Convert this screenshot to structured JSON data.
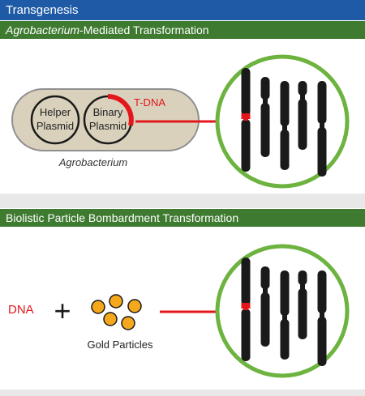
{
  "header": {
    "title": "Transgenesis"
  },
  "section1": {
    "title_italic": "Agrobacterium",
    "title_rest": "-Mediated Transformation",
    "helper_plasmid": {
      "line1": "Helper",
      "line2": "Plasmid"
    },
    "binary_plasmid": {
      "line1": "Binary",
      "line2": "Plasmid"
    },
    "tdna_label": "T-DNA",
    "bacterium_label": "Agrobacterium"
  },
  "section2": {
    "title": "Biolistic Particle Bombardment Transformation",
    "dna_label": "DNA",
    "plus_sign": "+",
    "gold_label": "Gold Particles"
  },
  "colors": {
    "header_blue": "#1f5aa6",
    "section_green": "#3e7a30",
    "cell_green": "#6db33f",
    "insert_red": "#e3161b",
    "bacterium_fill": "#d9d1bc",
    "gold": "#f6a81c",
    "chromosome": "#1a1a1a"
  }
}
